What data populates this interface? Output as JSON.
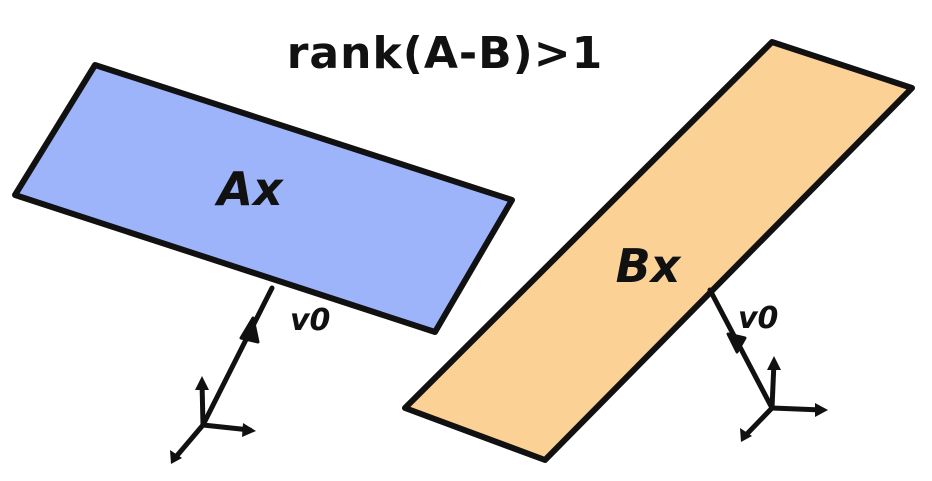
{
  "title": "rank(A-B)>1",
  "planes": {
    "a": {
      "label": "Ax",
      "fill": "#9db4fb"
    },
    "b": {
      "label": "Bx",
      "fill": "#fbd195"
    }
  },
  "vectors": {
    "left": {
      "label": "v0"
    },
    "right": {
      "label": "v0"
    }
  },
  "colors": {
    "stroke": "#111111",
    "background": "#ffffff"
  }
}
